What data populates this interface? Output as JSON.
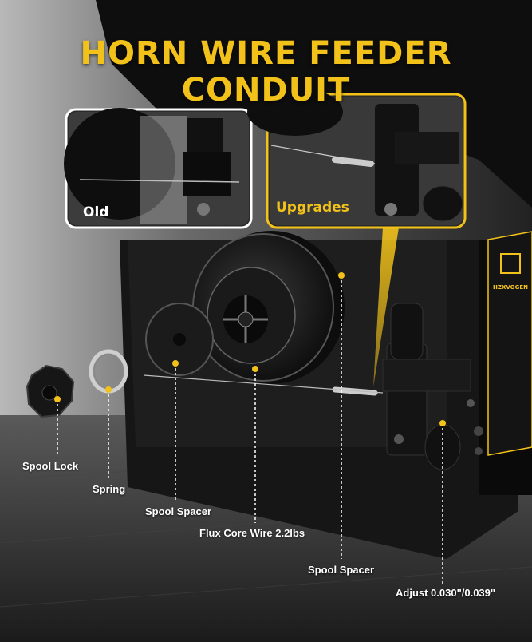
{
  "title": "HORN WIRE FEEDER CONDUIT",
  "insets": {
    "old_label": "Old",
    "upgrades_label": "Upgrades"
  },
  "callouts": {
    "spool_lock": "Spool Lock",
    "spring": "Spring",
    "spool_spacer_left": "Spool Spacer",
    "flux_core_wire": "Flux Core Wire 2.2lbs",
    "spool_spacer_right": "Spool Spacer",
    "adjust": "Adjust 0.030\"/0.039\""
  },
  "brand": "HZXVOGEN",
  "colors": {
    "accent": "#f2c21a",
    "machine": "#111111",
    "floor": "#2a2a2a"
  }
}
